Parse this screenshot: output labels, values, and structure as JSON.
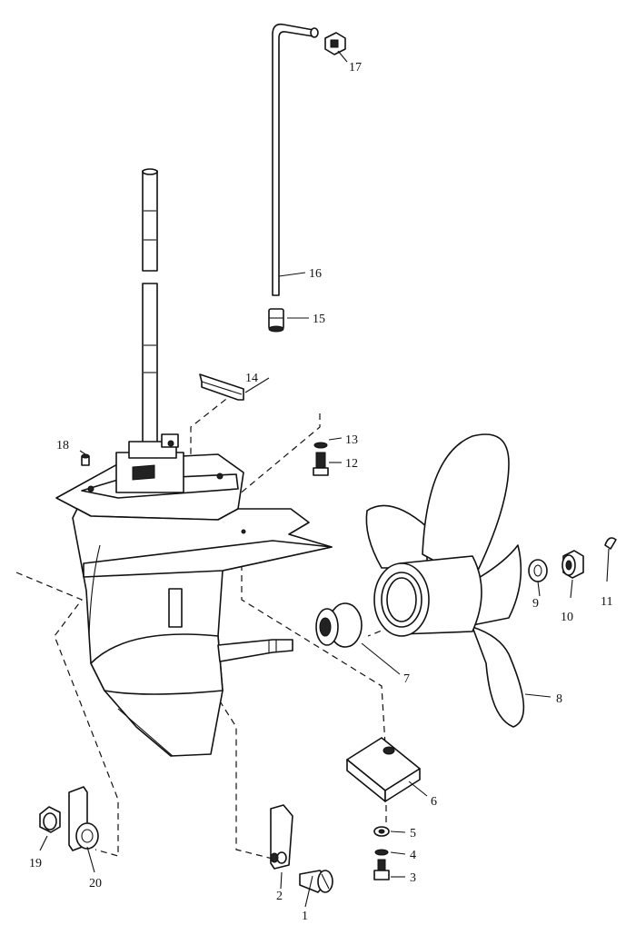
{
  "figure": {
    "callouts": [
      {
        "id": "c1",
        "label": "1"
      },
      {
        "id": "c2",
        "label": "2"
      },
      {
        "id": "c3",
        "label": "3"
      },
      {
        "id": "c4",
        "label": "4"
      },
      {
        "id": "c5",
        "label": "5"
      },
      {
        "id": "c6",
        "label": "6"
      },
      {
        "id": "c7",
        "label": "7"
      },
      {
        "id": "c8",
        "label": "8"
      },
      {
        "id": "c9",
        "label": "9"
      },
      {
        "id": "c10",
        "label": "10"
      },
      {
        "id": "c11",
        "label": "11"
      },
      {
        "id": "c12",
        "label": "12"
      },
      {
        "id": "c13",
        "label": "13"
      },
      {
        "id": "c14",
        "label": "14"
      },
      {
        "id": "c15",
        "label": "15"
      },
      {
        "id": "c16",
        "label": "16"
      },
      {
        "id": "c17",
        "label": "17"
      },
      {
        "id": "c18",
        "label": "18"
      },
      {
        "id": "c19",
        "label": "19"
      },
      {
        "id": "c20",
        "label": "20"
      }
    ]
  }
}
